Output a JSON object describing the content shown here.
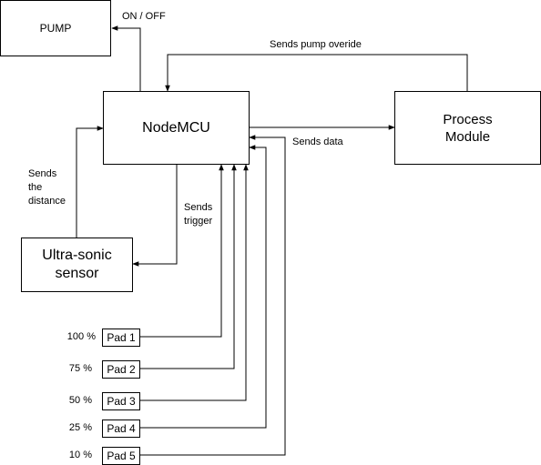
{
  "nodes": {
    "pump": "PUMP",
    "nodemcu": "NodeMCU",
    "process": "Process\nModule",
    "ultrasonic": "Ultra-sonic\nsensor",
    "pads": [
      "Pad 1",
      "Pad 2",
      "Pad 3",
      "Pad 4",
      "Pad 5"
    ],
    "levels": [
      "100 %",
      "75 %",
      "50 %",
      "25 %",
      "10 %"
    ]
  },
  "edges": {
    "on_off": "ON / OFF",
    "override": "Sends pump overide",
    "sends_data": "Sends data",
    "sends_distance": "Sends\nthe\ndistance",
    "sends_trigger": "Sends\ntrigger"
  }
}
